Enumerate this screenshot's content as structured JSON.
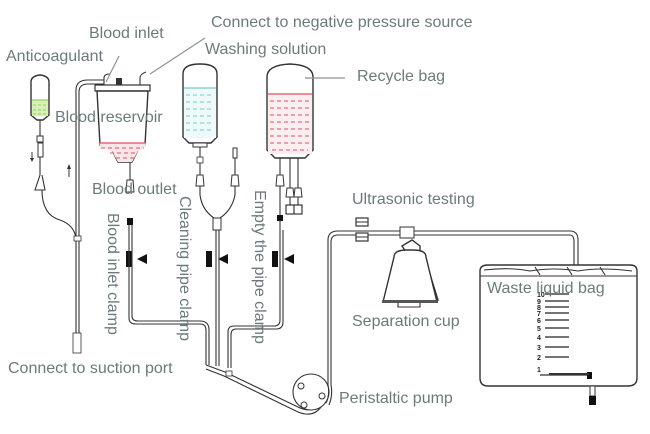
{
  "title": "Blood recovery system schematic",
  "labels": {
    "blood_inlet": "Blood inlet",
    "negative_pressure": "Connect to negative pressure source",
    "anticoagulant": "Anticoagulant",
    "washing_solution": "Washing solution",
    "recycle_bag": "Recycle bag",
    "blood_reservoir": "Blood reservoir",
    "blood_outlet": "Blood outlet",
    "blood_inlet_clamp": "Blood inlet clamp",
    "cleaning_pipe_clamp": "Cleaning pipe clamp",
    "empty_pipe_clamp": "Empty the pipe clamp",
    "ultrasonic_testing": "Ultrasonic testing",
    "separation_cup": "Separation cup",
    "waste_liquid_bag": "Waste liquid bag",
    "connect_suction": "Connect to suction port",
    "peristaltic_pump": "Peristaltic pump"
  },
  "waste_bag_scale": [
    "1",
    "2",
    "3",
    "4",
    "5",
    "6",
    "7",
    "8",
    "9",
    "10"
  ],
  "colors": {
    "label_text": "#6b7b7b",
    "blood": "#e05060",
    "wash": "#6fd0c8",
    "anticoag": "#8fcf60"
  }
}
